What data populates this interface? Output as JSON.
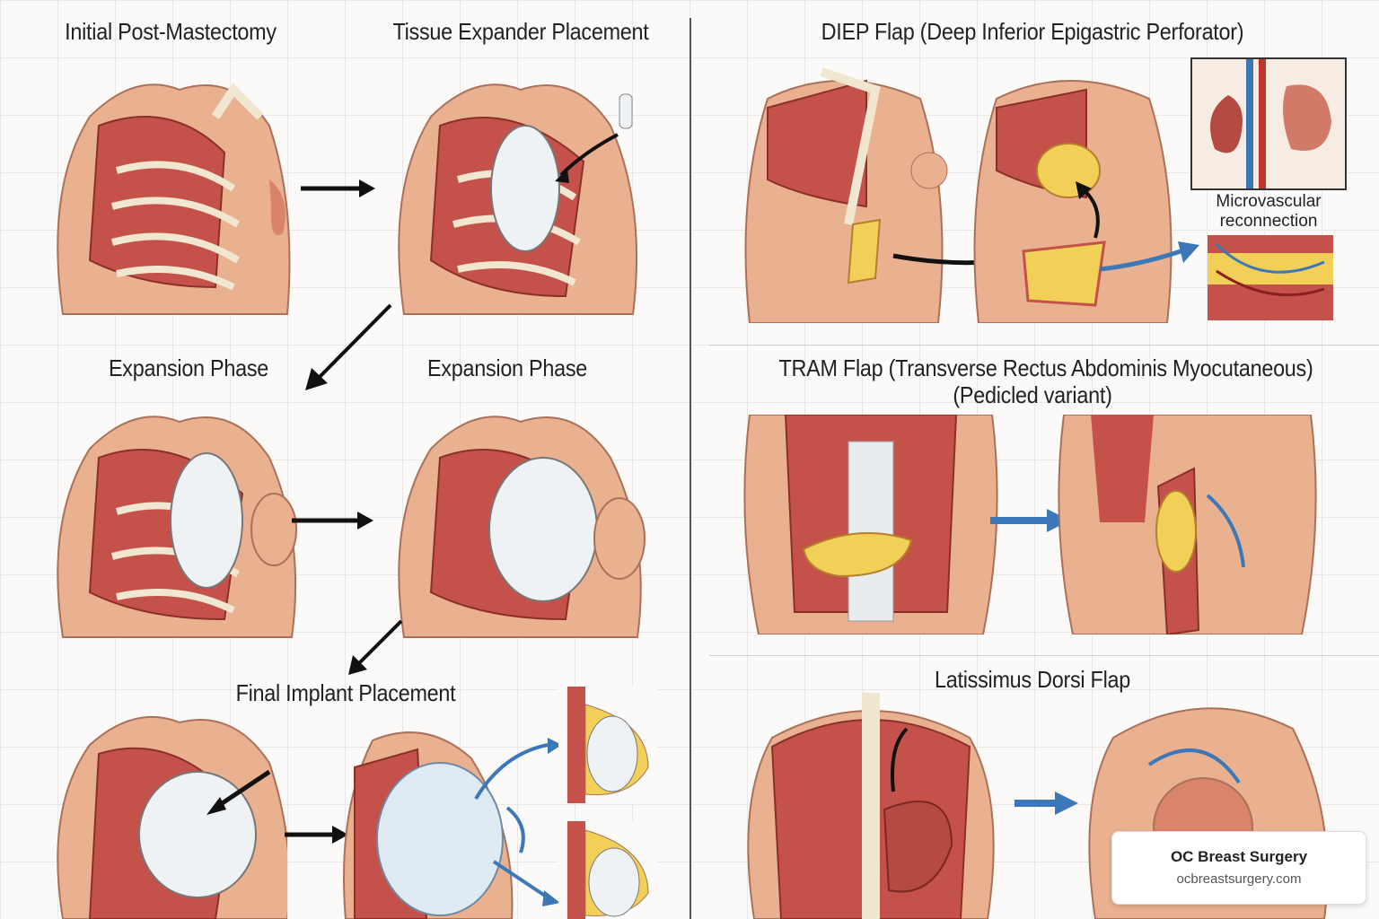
{
  "labels": {
    "initial": "Initial Post-Mastectomy",
    "expander": "Tissue Expander Placement",
    "expansion_1": "Expansion Phase",
    "expansion_2": "Expansion Phase",
    "final": "Final Implant Placement",
    "diep": "DIEP Flap (Deep Inferior Epigastric Perforator)",
    "micro_1": "Microvascular",
    "micro_2": "reconnection",
    "tram_1": "TRAM Flap (Transverse Rectus Abdominis Myocutaneous)",
    "tram_2": "(Pedicled variant)",
    "lat": "Latissimus Dorsi Flap"
  },
  "brand": {
    "name": "OC Breast Surgery",
    "url": "ocbreastsurgery.com"
  },
  "colors": {
    "skin": "#e9b18f",
    "muscle": "#c4524a",
    "bone": "#f1e6cf",
    "implant": "#eef2f5",
    "fat": "#f2cf57",
    "blue_arrow": "#3c78b8",
    "black_arrow": "#111111"
  }
}
